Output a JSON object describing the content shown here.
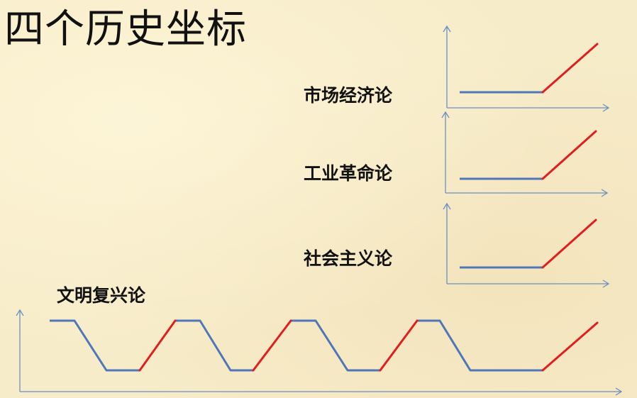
{
  "title": "四个历史坐标",
  "theories": {
    "market_economy": "市场经济论",
    "industrial_revolution": "工业革命论",
    "socialism": "社会主义论",
    "civilization_revival": "文明复兴论"
  },
  "colors": {
    "axis": "#6a8fc4",
    "flat_line": "#4f77b8",
    "rise_line": "#e01e1e"
  }
}
